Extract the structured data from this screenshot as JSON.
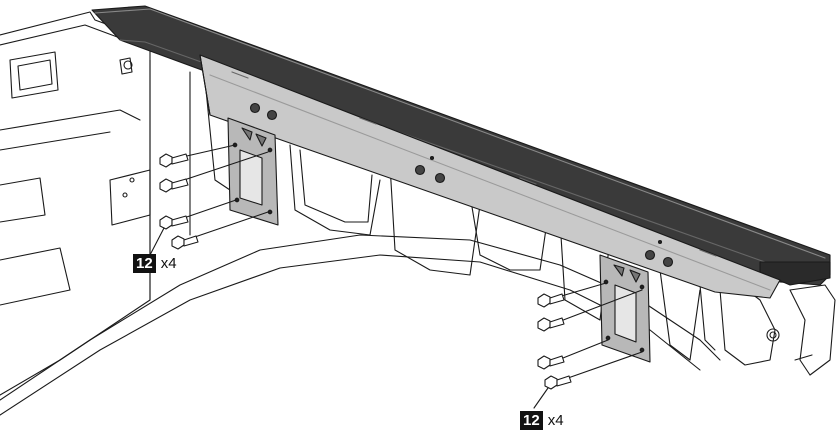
{
  "callouts": [
    {
      "part_number": "12",
      "quantity": "x4"
    },
    {
      "part_number": "12",
      "quantity": "x4"
    }
  ],
  "colors": {
    "line": "#1a1a1a",
    "rail_light": "#c9c9c9",
    "rail_dark": "#3a3a3a",
    "plate": "#b8b8b8",
    "callout_bg": "#111111"
  }
}
